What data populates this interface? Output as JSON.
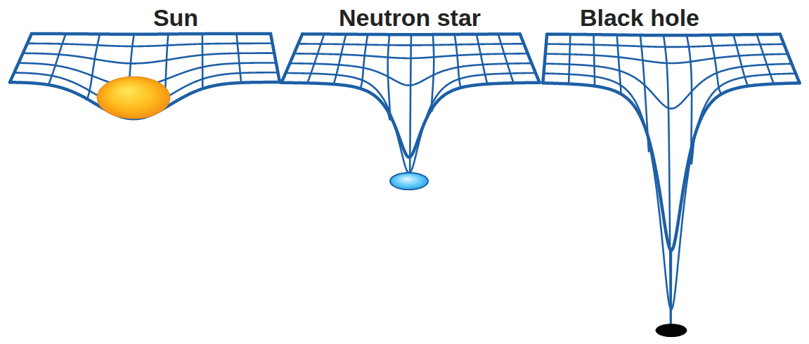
{
  "diagram": {
    "labels": [
      "Sun",
      "Neutron star",
      "Black hole"
    ]
  }
}
